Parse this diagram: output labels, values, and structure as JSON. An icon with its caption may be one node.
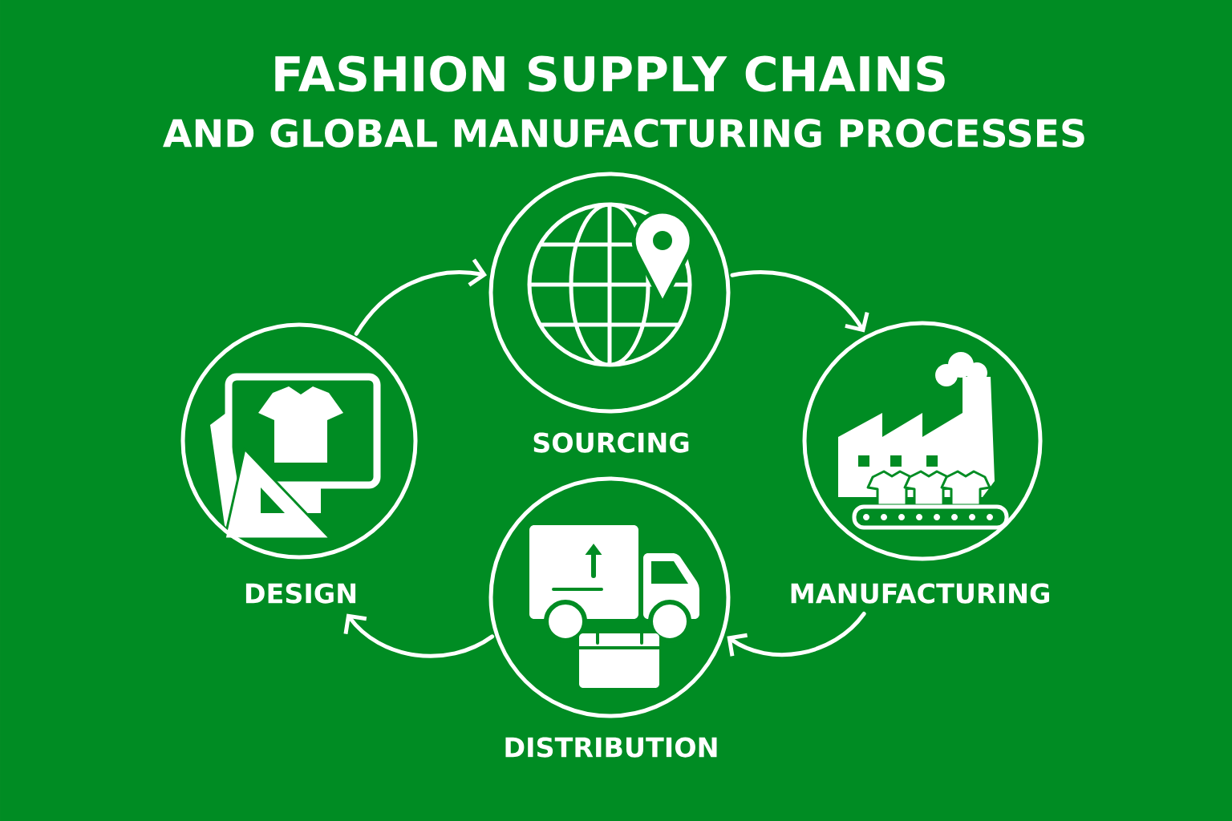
{
  "diagram": {
    "title": "FASHION SUPPLY CHAINS",
    "nodes": [
      {
        "text": [
          "SOURCING"
        ]
      },
      {
        "text": [
          "DESIGN"
        ]
      },
      {
        "text": [
          "MANUFACTURING"
        ]
      },
      {
        "text": [
          "DISTRIBUTION"
        ]
      }
    ],
    "edges": [
      {
        "from": 1,
        "to": 0,
        "arrow": "to"
      },
      {
        "from": 0,
        "to": 2,
        "arrow": "to"
      },
      {
        "from": 2,
        "to": 3,
        "arrow": "to"
      },
      {
        "from": 3,
        "to": 1,
        "arrow": "to"
      }
    ],
    "labels": [
      "AND GLOBAL MANUFACTURING PROCESSES"
    ]
  }
}
